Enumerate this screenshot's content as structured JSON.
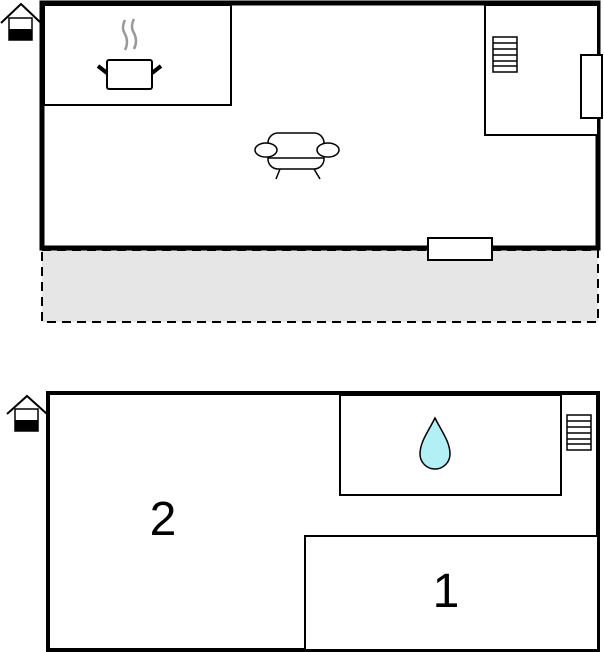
{
  "floors": [
    {
      "name": "upper",
      "rooms": [],
      "icons": [
        "house-level-icon",
        "cooking-pot-icon",
        "sofa-icon",
        "stairs-icon"
      ]
    },
    {
      "name": "lower",
      "rooms": [
        {
          "label": "2"
        },
        {
          "label": "1"
        }
      ],
      "icons": [
        "house-level-icon",
        "water-drop-icon",
        "stairs-icon"
      ]
    }
  ],
  "colors": {
    "wall": "#000000",
    "terrace": "#e6e6e6",
    "water": "#b3f0f5",
    "steam": "#999999"
  }
}
